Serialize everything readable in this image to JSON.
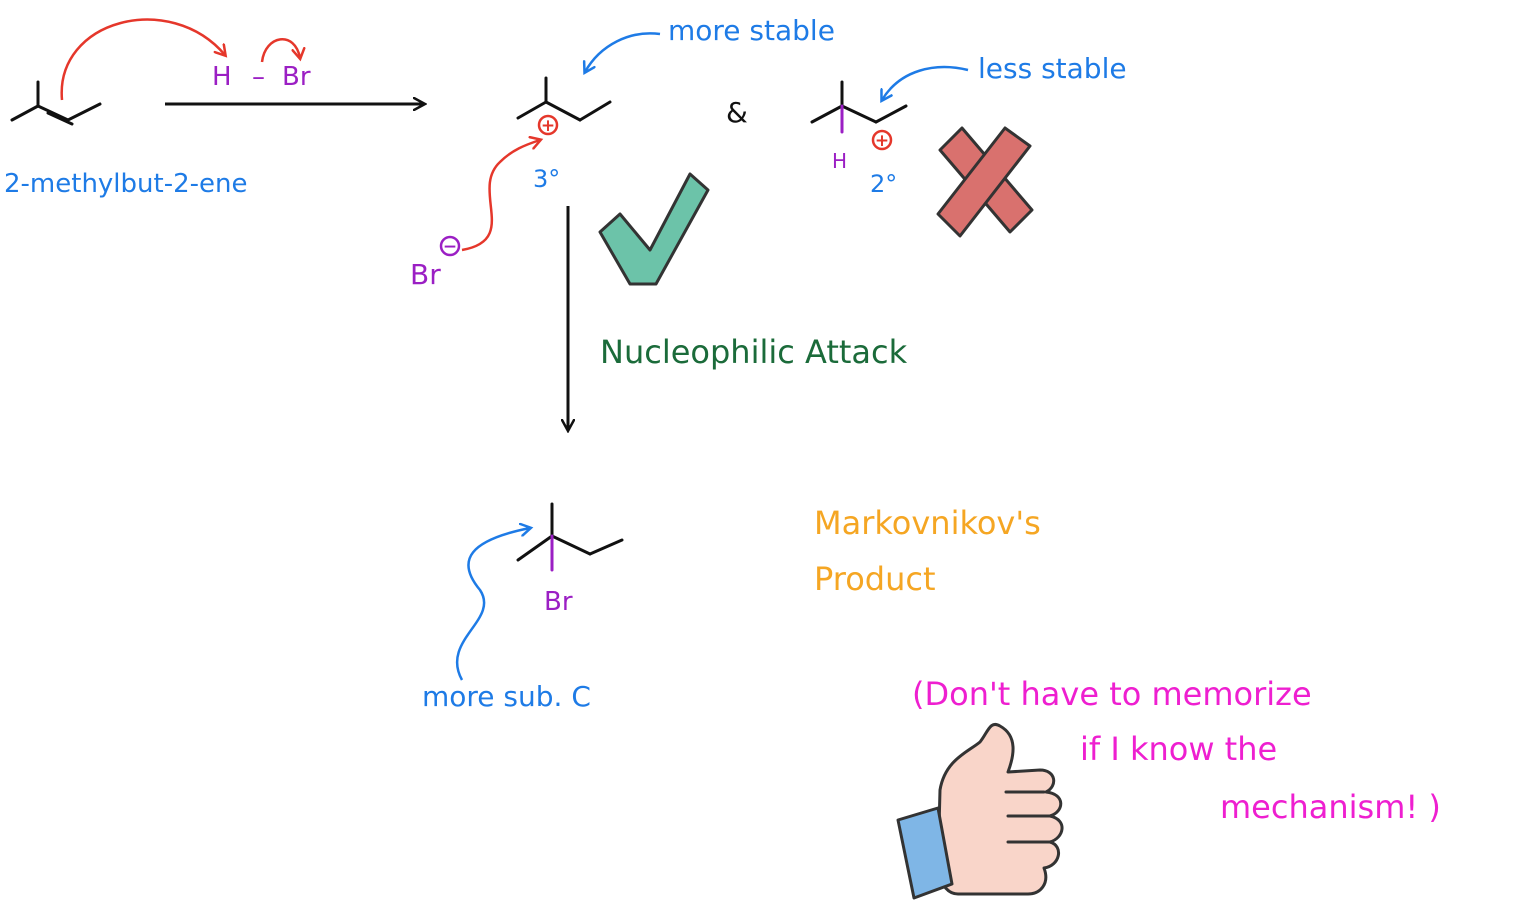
{
  "colors": {
    "blue": "#1e7be6",
    "purple": "#9b1fc4",
    "red": "#e5372b",
    "green_text": "#1b6b3a",
    "orange": "#f5a623",
    "magenta": "#ee1fd0",
    "check_fill": "#6cc3a9",
    "cross_fill": "#d9716e",
    "black": "#111111"
  },
  "reagent": {
    "h": "H",
    "dash": "–",
    "br": "Br"
  },
  "starting_material": {
    "name": "2-methylbut-2-ene"
  },
  "intermediates": {
    "more_stable_label": "more stable",
    "less_stable_label": "less stable",
    "ampersand": "&",
    "tertiary_label": "3°",
    "secondary_label": "2°",
    "h_label": "H",
    "plus_symbol": "+",
    "bromide": "Br",
    "minus_symbol": "−"
  },
  "step_label": "Nucleophilic Attack",
  "product": {
    "br_label": "Br",
    "annotation": "more sub. C",
    "title_line1": "Markovnikov's",
    "title_line2": "Product"
  },
  "note": {
    "line1": "(Don't have to memorize",
    "line2": "if I know the",
    "line3": "mechanism! )"
  }
}
